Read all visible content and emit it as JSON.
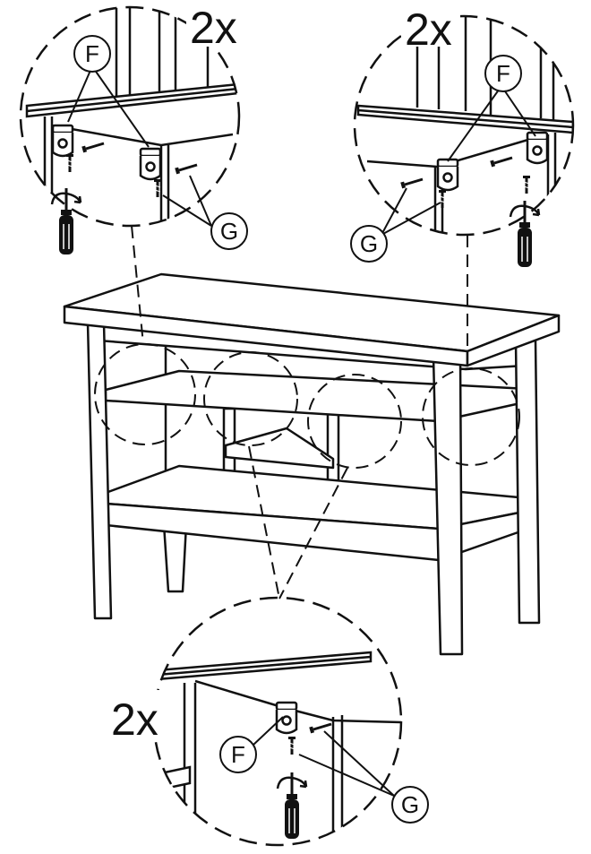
{
  "callouts": {
    "top_left": {
      "multiplier": "2x",
      "bracket_label": "F",
      "screw_label": "G"
    },
    "top_right": {
      "multiplier": "2x",
      "bracket_label": "F",
      "screw_label": "G"
    },
    "bottom": {
      "multiplier": "2x",
      "bracket_label": "F",
      "screw_label": "G"
    }
  }
}
